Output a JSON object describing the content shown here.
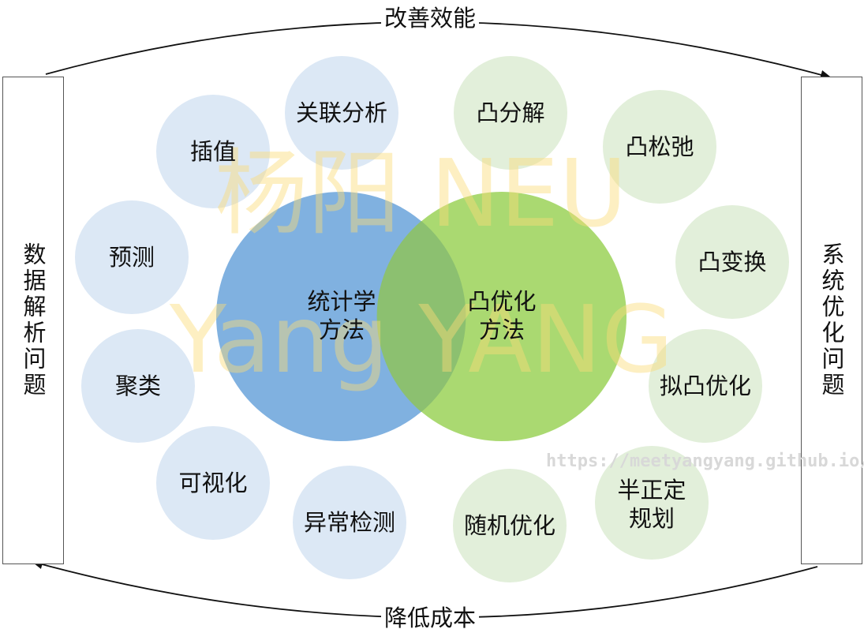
{
  "top_arrow_label": "改善效能",
  "bottom_arrow_label": "降低成本",
  "left_box": "数据解析问题",
  "right_box": "系统优化问题",
  "stat_center": [
    "统计学",
    "方法"
  ],
  "convex_center": [
    "凸优化",
    "方法"
  ],
  "stat_methods": [
    "插值",
    "关联分析",
    "预测",
    "聚类",
    "可视化",
    "异常检测"
  ],
  "convex_methods": [
    "凸分解",
    "凸松弛",
    "凸变换",
    "拟凸优化",
    "随机优化"
  ],
  "sdp": [
    "半正定",
    "规划"
  ],
  "watermark_line1": "杨阳 NEU",
  "watermark_line2": "Yang YANG",
  "url": "https://meetyangyang.github.io/",
  "colors": {
    "stat_bubble": "#dce8f5",
    "convex_bubble": "#e2efda",
    "stat_circle": "#7fb0e0",
    "convex_circle": "#9fd65a",
    "overlap": "#8cc070"
  }
}
